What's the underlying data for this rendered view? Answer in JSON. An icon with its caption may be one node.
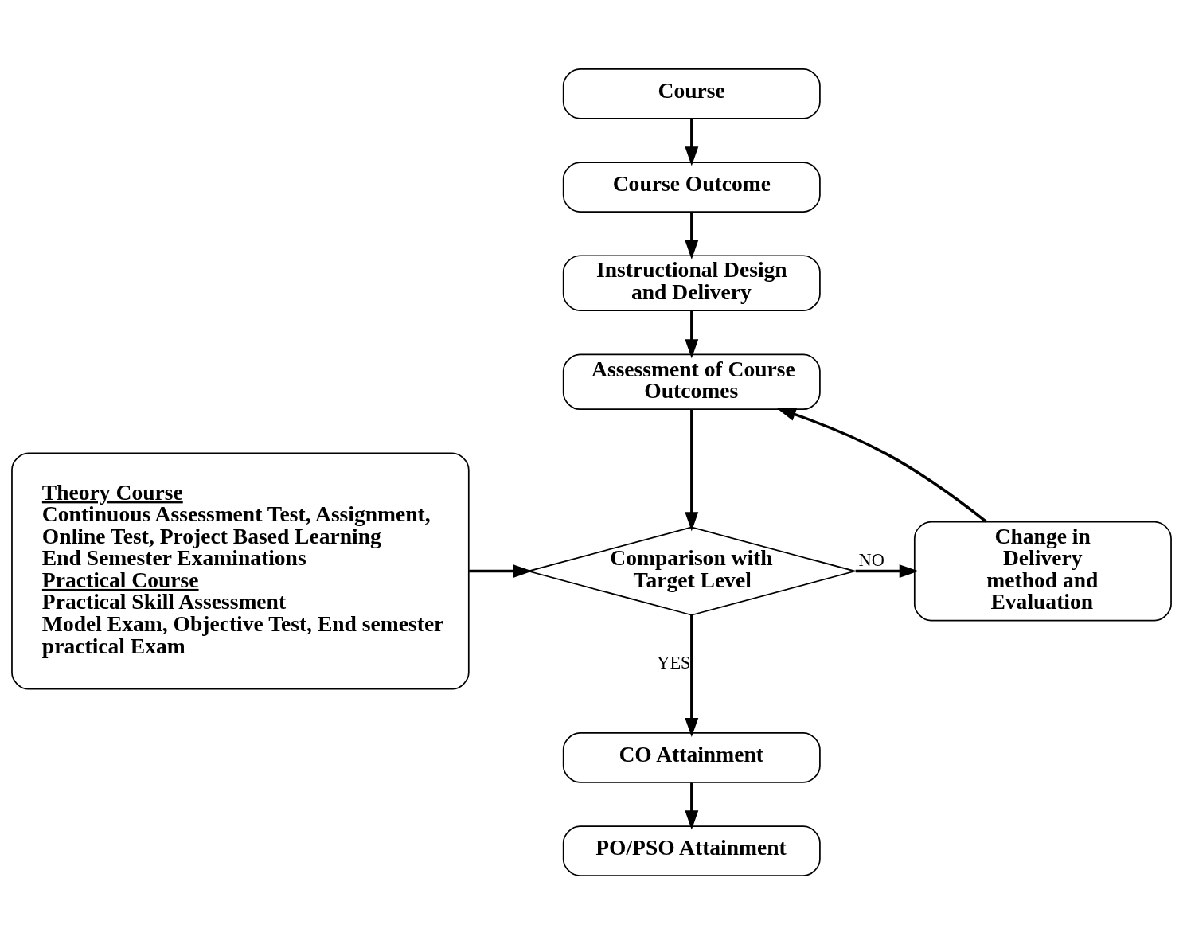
{
  "diagram": {
    "nodes": [
      {
        "text": [
          "Course"
        ]
      },
      {
        "text": [
          "Course Outcome"
        ]
      },
      {
        "text": [
          "Instructional Design and Delivery"
        ]
      },
      {
        "text": [
          "Assessment of Course Outcomes"
        ]
      },
      {
        "text": [
          "Comparison with Target Level"
        ]
      },
      {
        "text": [
          "Change in Delivery method and Evaluation"
        ]
      },
      {
        "text": [
          "Theory Course",
          "Continuous Assessment Test, Assignment, Online Test, Project Based Learning",
          "End Semester Examinations",
          "Practical Course",
          "Practical Skill Assessment",
          "Model Exam, Objective Test, End semester practical Exam"
        ]
      },
      {
        "text": [
          "CO Attainment"
        ]
      },
      {
        "text": [
          "PO/PSO Attainment"
        ]
      }
    ],
    "edges": [
      {
        "from": 0,
        "to": 1,
        "arrow": "to"
      },
      {
        "from": 1,
        "to": 2,
        "arrow": "to"
      },
      {
        "from": 2,
        "to": 3,
        "arrow": "to"
      },
      {
        "from": 3,
        "to": 4,
        "arrow": "to"
      },
      {
        "from": 4,
        "to": 5,
        "arrow": "to",
        "label": "NO"
      },
      {
        "from": 5,
        "to": 3,
        "arrow": "to"
      },
      {
        "from": 6,
        "to": 4,
        "arrow": "to"
      },
      {
        "from": 4,
        "to": 7,
        "arrow": "to",
        "label": "YES"
      },
      {
        "from": 7,
        "to": 8,
        "arrow": "to"
      }
    ]
  }
}
